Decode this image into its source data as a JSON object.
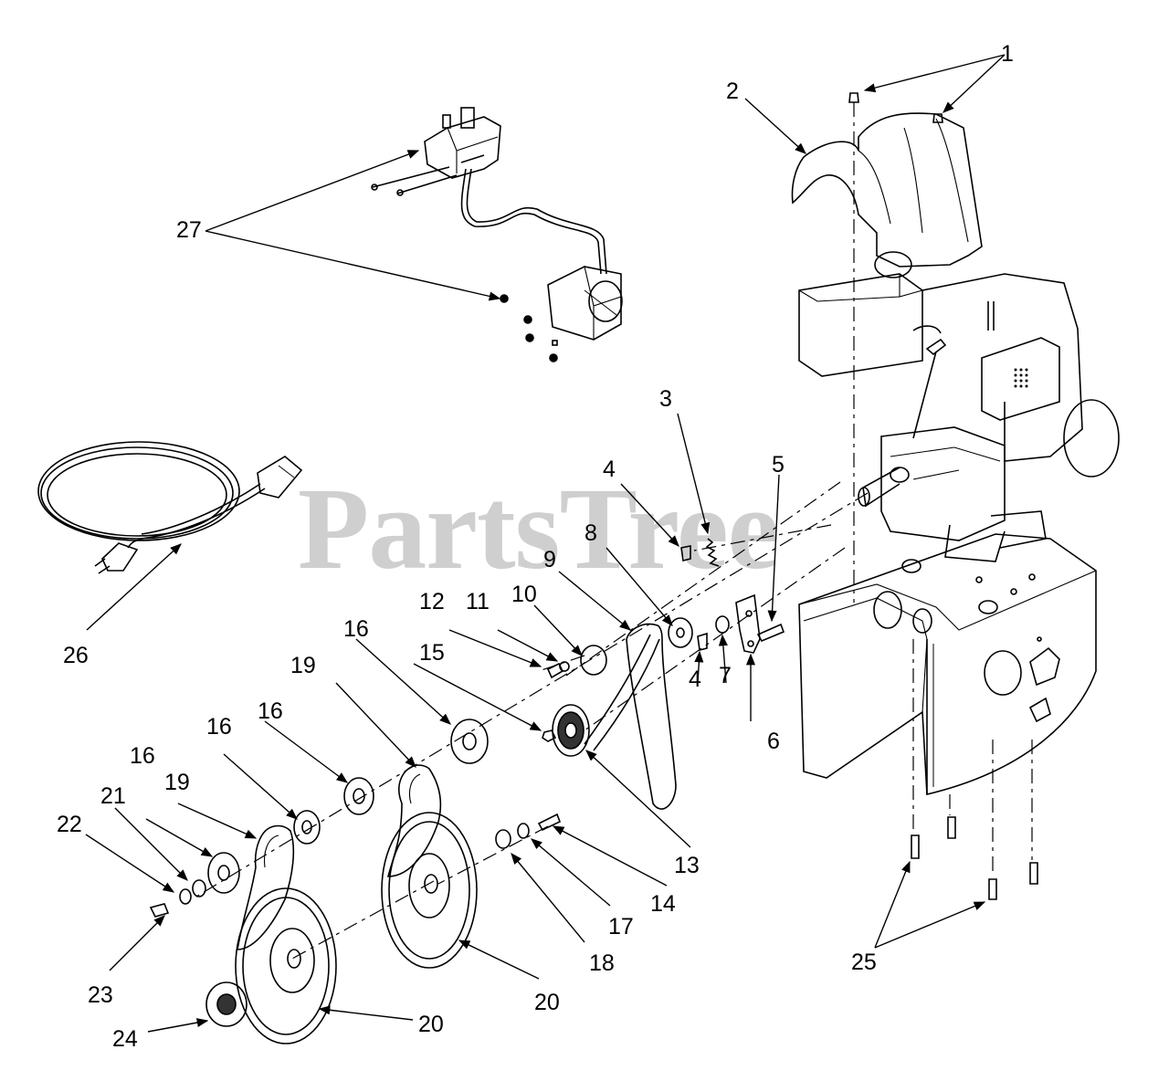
{
  "watermark": "PartsTree",
  "callouts": {
    "c1": "1",
    "c2": "2",
    "c3": "3",
    "c4a": "4",
    "c4b": "4",
    "c5": "5",
    "c6": "6",
    "c7": "7",
    "c8": "8",
    "c9": "9",
    "c10": "10",
    "c11": "11",
    "c12": "12",
    "c13": "13",
    "c14": "14",
    "c15": "15",
    "c16a": "16",
    "c16b": "16",
    "c16c": "16",
    "c16d": "16",
    "c17": "17",
    "c18": "18",
    "c19a": "19",
    "c19b": "19",
    "c20a": "20",
    "c20b": "20",
    "c21": "21",
    "c22": "22",
    "c23": "23",
    "c24": "24",
    "c25": "25",
    "c26": "26",
    "c27": "27"
  }
}
